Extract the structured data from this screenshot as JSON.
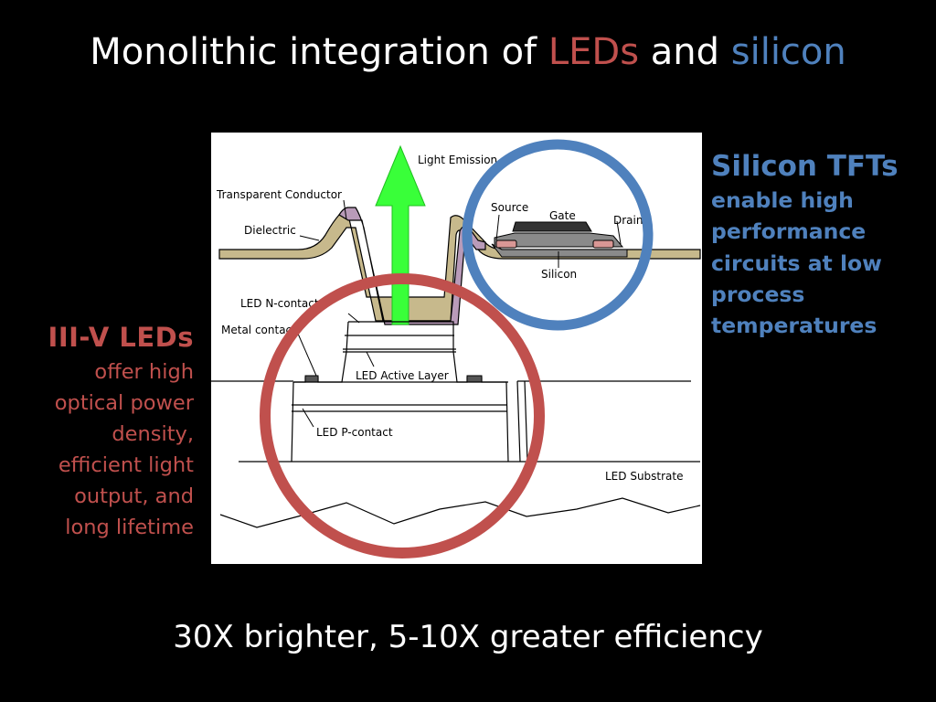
{
  "slide": {
    "title": {
      "part1": "Monolithic integration of ",
      "leds": "LEDs",
      "part2": " and ",
      "silicon": "silicon"
    },
    "left": {
      "heading": "III-V LEDs",
      "body_lines": [
        "offer high",
        "optical power",
        "density,",
        "efficient light",
        "output, and",
        "long lifetime"
      ]
    },
    "right": {
      "heading": "Silicon TFTs",
      "body_lines": [
        "enable high",
        "performance",
        "circuits at low",
        "process",
        "temperatures"
      ]
    },
    "footer": "30X brighter, 5-10X greater efficiency"
  },
  "diagram": {
    "labels": {
      "light_emission": "Light Emission",
      "transparent_conductor": "Transparent Conductor",
      "dielectric": "Dielectric",
      "source": "Source",
      "gate": "Gate",
      "drain": "Drain",
      "silicon": "Silicon",
      "led_n_contact": "LED N-contact",
      "metal_contact": "Metal contact",
      "led_active_layer": "LED Active Layer",
      "led_p_contact": "LED P-contact",
      "led_substrate": "LED Substrate"
    }
  },
  "colors": {
    "background": "#000000",
    "led_accent": "#c0504d",
    "silicon_accent": "#4f81bd",
    "arrow": "#39ff39",
    "dielectric_fill": "#c7b98c",
    "conductor_fill": "#b99bb9",
    "tft_fill": "#8a8a8a",
    "silicon_pad": "#d99795"
  }
}
